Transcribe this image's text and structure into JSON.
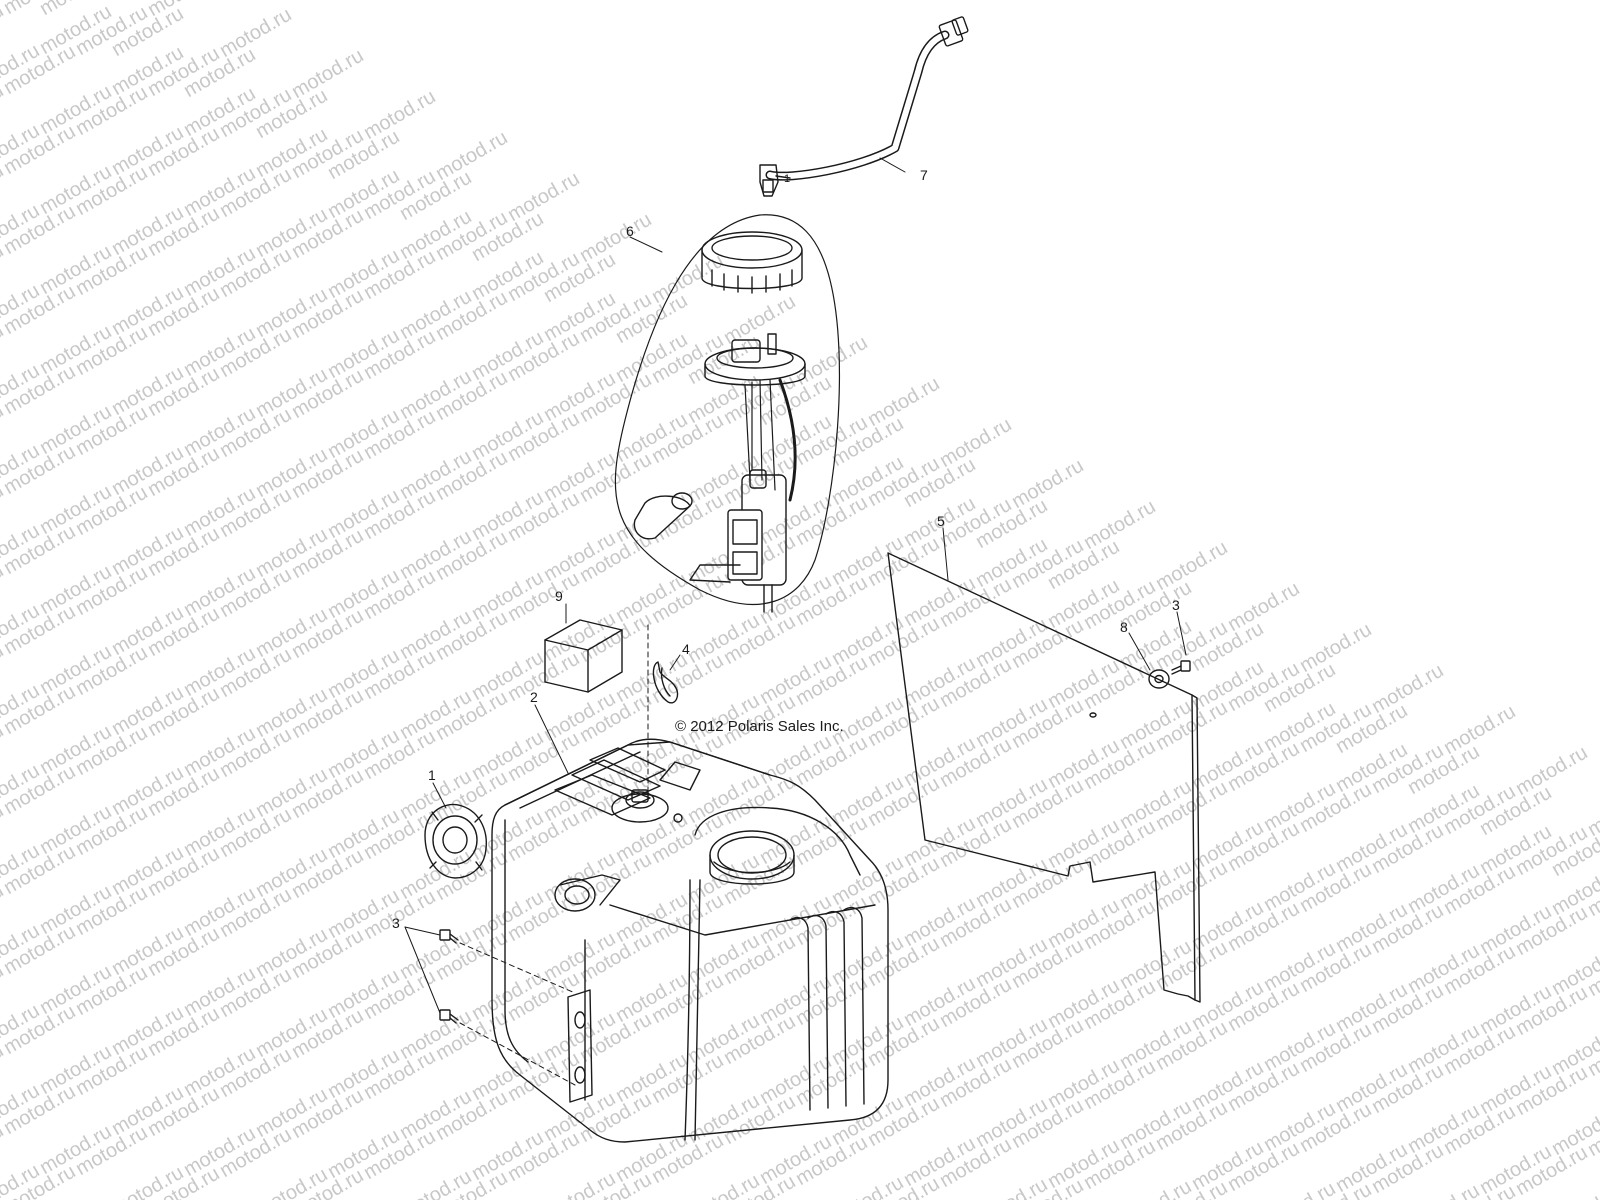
{
  "watermark_text": "motod.ru",
  "copyright": "© 2012 Polaris Sales Inc.",
  "callouts": {
    "c1": "1",
    "c2": "2",
    "c3a": "3",
    "c3b": "3",
    "c4": "4",
    "c5": "5",
    "c6": "6",
    "c7": "7",
    "c8": "8",
    "c9": "9",
    "hose_mark": "1"
  },
  "colors": {
    "line": "#1a1a1a",
    "watermark": "#c8c8c8",
    "background": "#ffffff"
  }
}
